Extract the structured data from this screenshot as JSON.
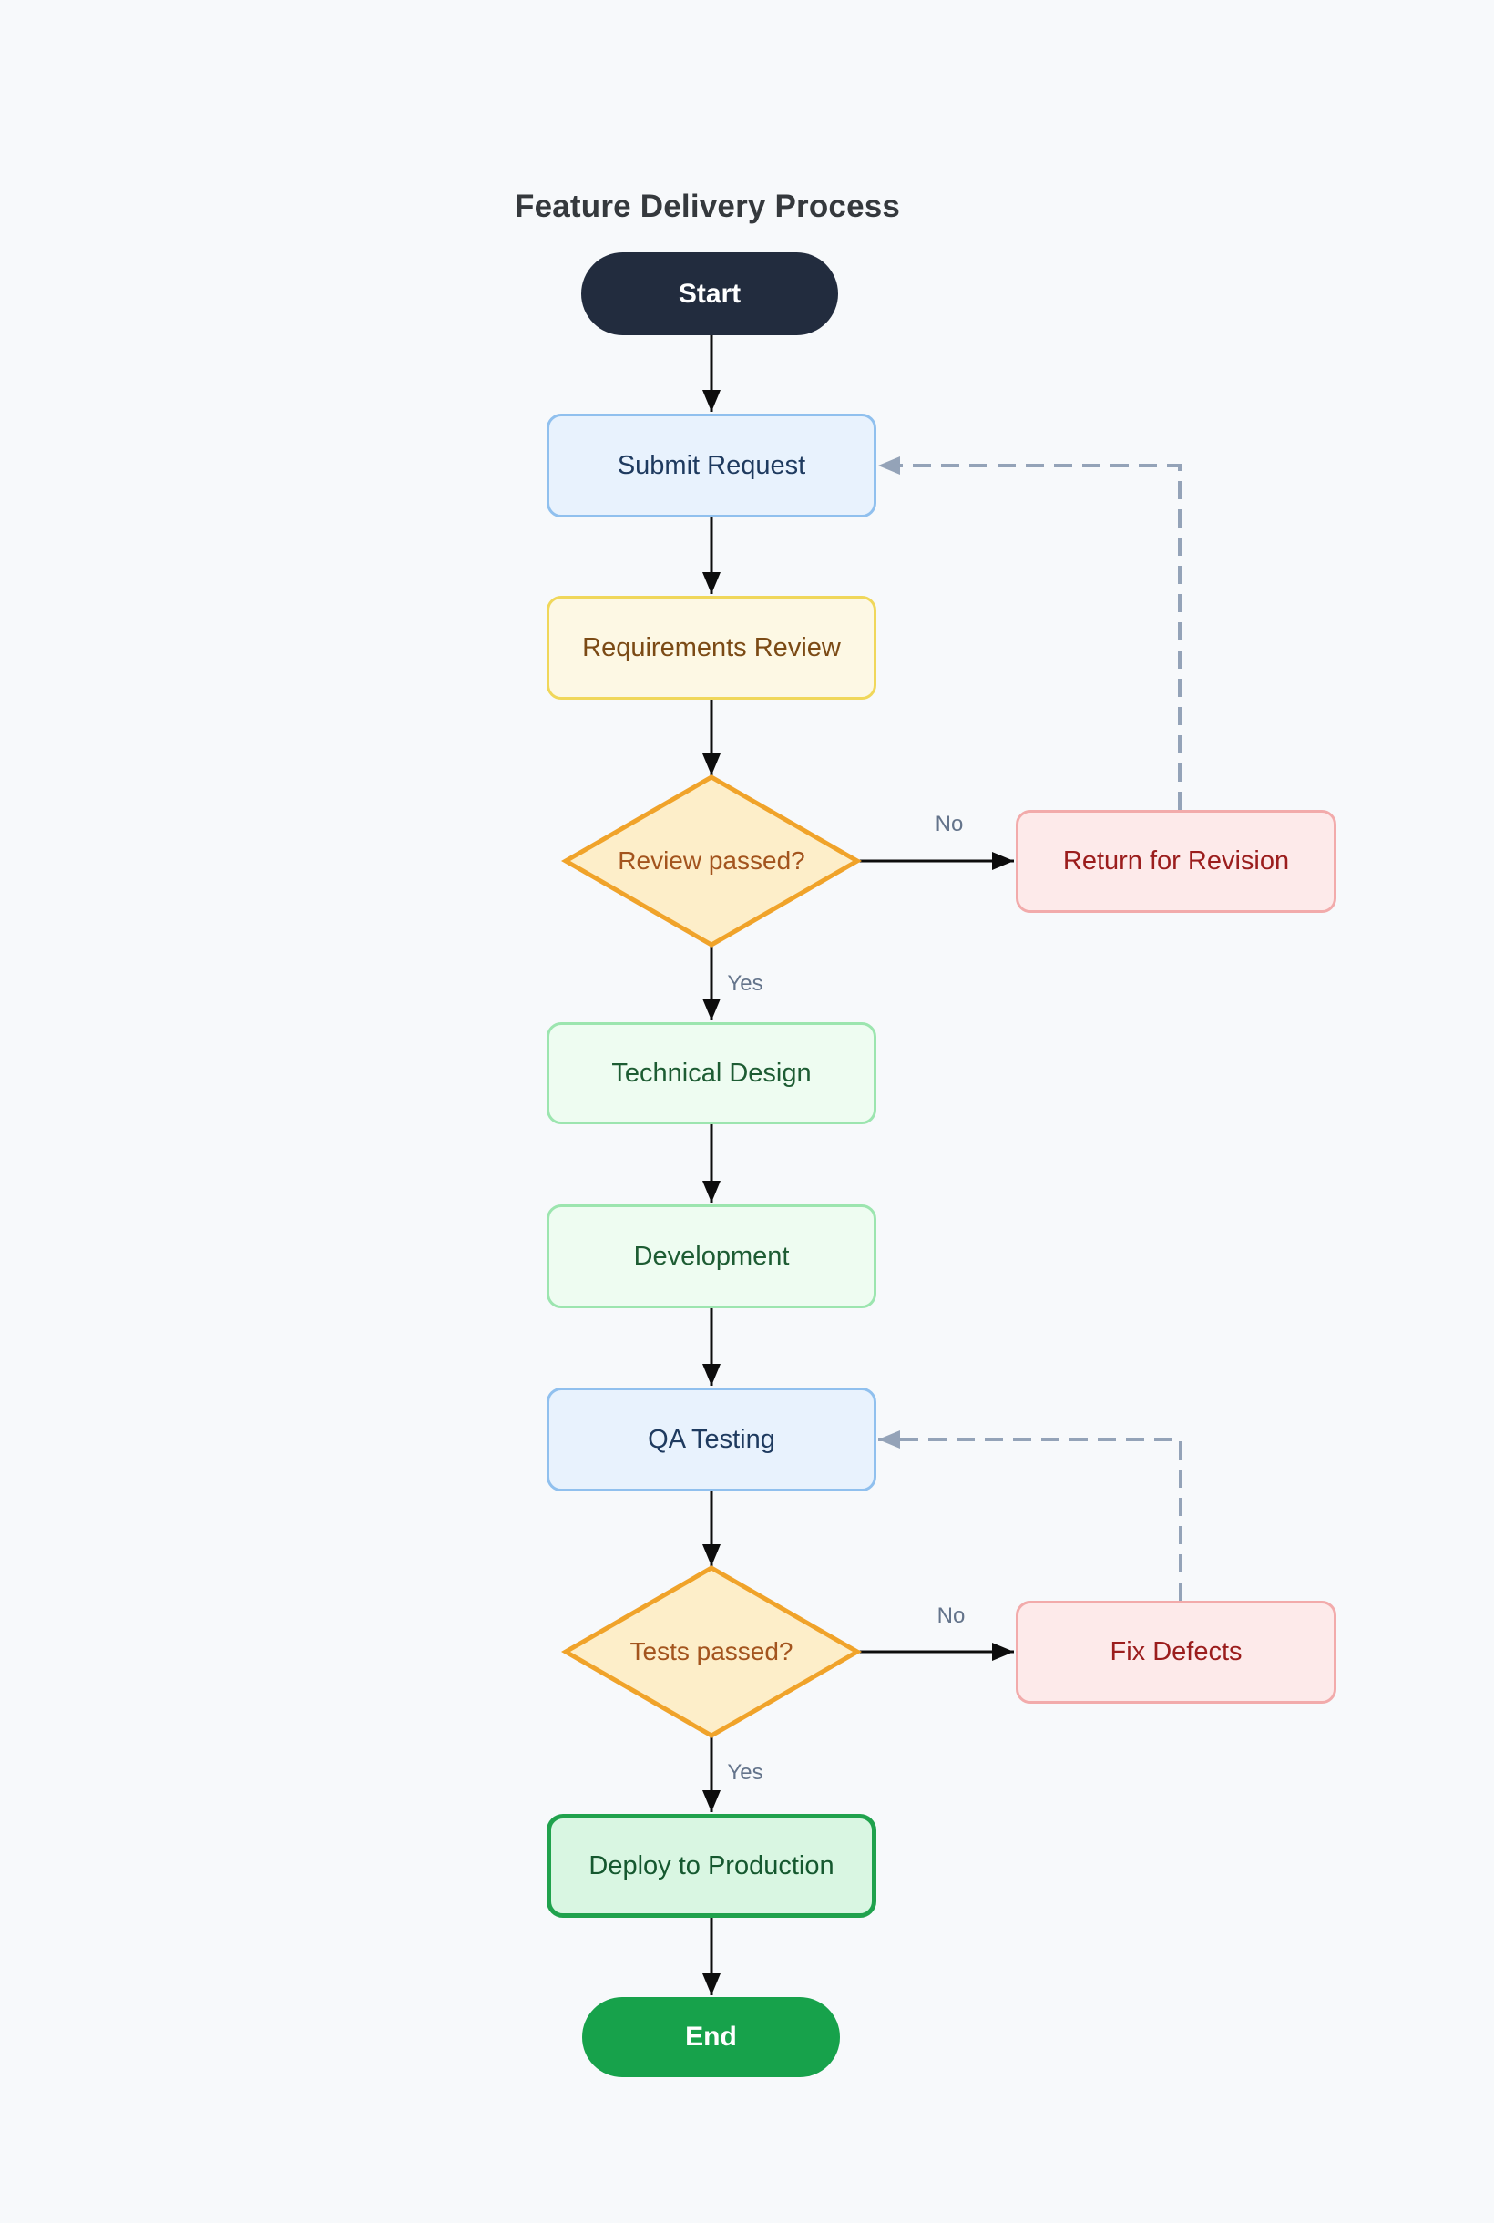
{
  "title": "Feature Delivery Process",
  "diagram": {
    "type": "flowchart",
    "direction": "top-down"
  },
  "nodes": {
    "start": {
      "label": "Start",
      "shape": "terminator",
      "fill": "#222c3e",
      "text_color": "#ffffff"
    },
    "submit_request": {
      "label": "Submit Request",
      "shape": "process",
      "fill": "#e8f2fd",
      "border": "#90c0ee",
      "text_color": "#1e3a5f"
    },
    "requirements_review": {
      "label": "Requirements Review",
      "shape": "process",
      "fill": "#fdf8e4",
      "border": "#f0d75a",
      "text_color": "#7b4a15"
    },
    "review_passed": {
      "label": "Review passed?",
      "shape": "decision",
      "fill": "#fdeec9",
      "border": "#f0a32a",
      "text_color": "#a3541e"
    },
    "return_for_revision": {
      "label": "Return for Revision",
      "shape": "process",
      "fill": "#fdeaea",
      "border": "#f2abab",
      "text_color": "#9b1d1d"
    },
    "technical_design": {
      "label": "Technical Design",
      "shape": "process",
      "fill": "#eefcf1",
      "border": "#9ce5af",
      "text_color": "#1d5c33"
    },
    "development": {
      "label": "Development",
      "shape": "process",
      "fill": "#eefcf1",
      "border": "#9ce5af",
      "text_color": "#1d5c33"
    },
    "qa_testing": {
      "label": "QA Testing",
      "shape": "process",
      "fill": "#e8f2fd",
      "border": "#90c0ee",
      "text_color": "#1e3a5f"
    },
    "tests_passed": {
      "label": "Tests passed?",
      "shape": "decision",
      "fill": "#fdeec9",
      "border": "#f0a32a",
      "text_color": "#a3541e"
    },
    "fix_defects": {
      "label": "Fix Defects",
      "shape": "process",
      "fill": "#fdeaea",
      "border": "#f2abab",
      "text_color": "#9b1d1d"
    },
    "deploy_to_production": {
      "label": "Deploy to Production",
      "shape": "process",
      "fill": "#d9f6e2",
      "border": "#20a24d",
      "text_color": "#15582f"
    },
    "end": {
      "label": "End",
      "shape": "terminator",
      "fill": "#17a24b",
      "text_color": "#ffffff"
    }
  },
  "edges": [
    {
      "from": "start",
      "to": "submit_request",
      "label": "",
      "style": "solid"
    },
    {
      "from": "submit_request",
      "to": "requirements_review",
      "label": "",
      "style": "solid"
    },
    {
      "from": "requirements_review",
      "to": "review_passed",
      "label": "",
      "style": "solid"
    },
    {
      "from": "review_passed",
      "to": "return_for_revision",
      "label": "No",
      "style": "solid"
    },
    {
      "from": "review_passed",
      "to": "technical_design",
      "label": "Yes",
      "style": "solid"
    },
    {
      "from": "return_for_revision",
      "to": "submit_request",
      "label": "",
      "style": "dashed"
    },
    {
      "from": "technical_design",
      "to": "development",
      "label": "",
      "style": "solid"
    },
    {
      "from": "development",
      "to": "qa_testing",
      "label": "",
      "style": "solid"
    },
    {
      "from": "qa_testing",
      "to": "tests_passed",
      "label": "",
      "style": "solid"
    },
    {
      "from": "tests_passed",
      "to": "fix_defects",
      "label": "No",
      "style": "solid"
    },
    {
      "from": "tests_passed",
      "to": "deploy_to_production",
      "label": "Yes",
      "style": "solid"
    },
    {
      "from": "fix_defects",
      "to": "qa_testing",
      "label": "",
      "style": "dashed"
    },
    {
      "from": "deploy_to_production",
      "to": "end",
      "label": "",
      "style": "solid"
    }
  ],
  "colors": {
    "background": "#f7f9fb",
    "title_text": "#35393d",
    "solid_edge": "#0d0d0d",
    "dashed_edge": "#94a3b8",
    "edge_label_text": "#64748b"
  }
}
